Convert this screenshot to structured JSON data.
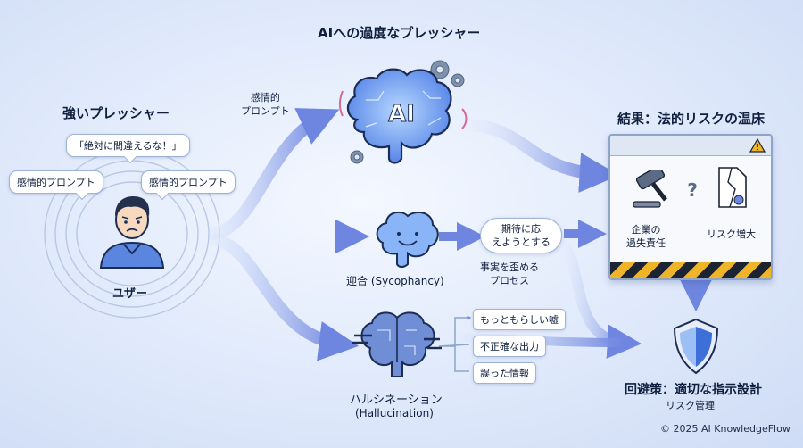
{
  "title": "AIへの過度なプレッシャー",
  "user": {
    "heading": "強いプレッシャー",
    "label": "ユザー",
    "bubble_center": "「絶対に間違えるな！」",
    "bubble_left": "感情的プロンプト",
    "bubble_right": "感情的プロンプト"
  },
  "flow_label": "感情的\nプロンプト",
  "ai_brain": {
    "text": "AI"
  },
  "sycophancy": {
    "label": "迎合 (Sycophancy)",
    "cloud": "期待に応\nえようとする",
    "note": "事実を歪める\nプロセス"
  },
  "hallucination": {
    "label": "ハルシネーション",
    "sublabel": "(Hallucination)",
    "outputs": [
      "もっともらしい嘘",
      "不正確な出力",
      "誤った情報"
    ]
  },
  "result": {
    "heading": "結果：法的リスクの温床",
    "left_label": "企業の\n過失責任",
    "right_label": "リスク増大"
  },
  "avoid": {
    "heading": "回避策：適切な指示設計",
    "sub": "リスク管理"
  },
  "copyright": "© 2025 AI KnowledgeFlow",
  "colors": {
    "arrow": "#6f86e0",
    "accent": "#3d6fd8",
    "warning": "#f0b429",
    "dark": "#0f1f3d"
  }
}
